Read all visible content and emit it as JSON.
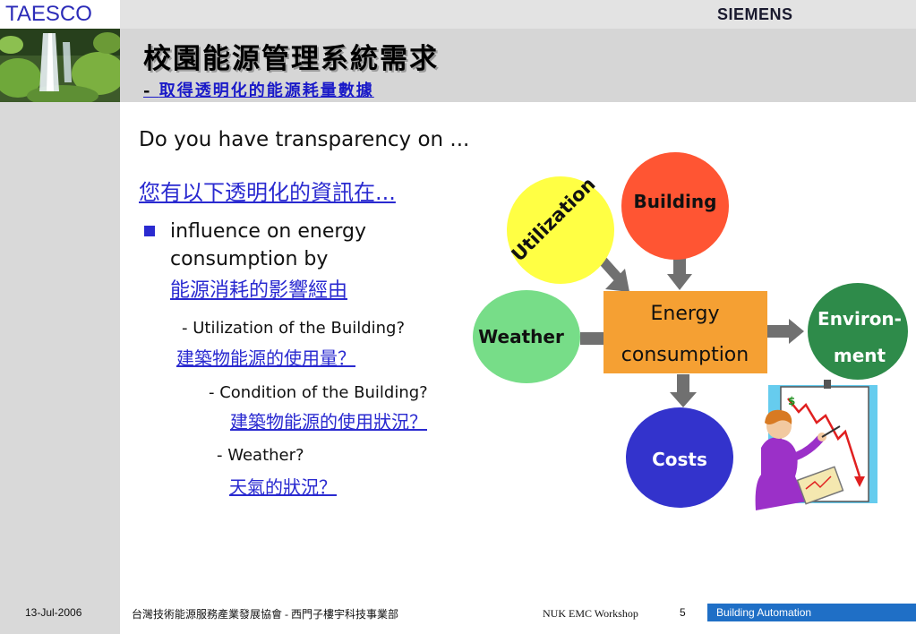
{
  "header": {
    "brand": "TAESCO",
    "logo": "SIEMENS",
    "title": "校園能源管理系統需求",
    "subtitle_dash": "- ",
    "subtitle": "取得透明化的能源耗量數據"
  },
  "content": {
    "question": "Do you have transparency on ...",
    "question_cjk": "您有以下透明化的資訊在...",
    "bullet_line1": "influence on energy",
    "bullet_line2": "consumption by",
    "bullet_cjk": "能源消耗的影響經由",
    "sub1": "- Utilization of the Building?",
    "sub1_cjk": "建築物能源的使用量？",
    "sub2": "- Condition of the Building?",
    "sub2_cjk": "建築物能源的使用狀況？",
    "sub3": "- Weather?",
    "sub3_cjk": "天氣的狀況？"
  },
  "diagram": {
    "center_line1": "Energy",
    "center_line2": "consumption",
    "nodes": {
      "utilization": "Utilization",
      "building": "Building",
      "weather": "Weather",
      "environment_line1": "Environ-",
      "environment_line2": "ment",
      "costs": "Costs"
    },
    "colors": {
      "utilization": "#ffff44",
      "building": "#ff5533",
      "weather": "#77dd88",
      "environment": "#2e8b4a",
      "costs": "#3333cc",
      "center": "#f5a033",
      "arrow": "#707070"
    }
  },
  "footer": {
    "date": "13-Jul-2006",
    "org": "台灣技術能源服務產業發展協會 - 西門子樓宇科技事業部",
    "event": "NUK EMC Workshop",
    "page": "5",
    "section": "Building Automation"
  },
  "icons": [
    "waterfall-photo",
    "presenter-chart-clipart"
  ]
}
